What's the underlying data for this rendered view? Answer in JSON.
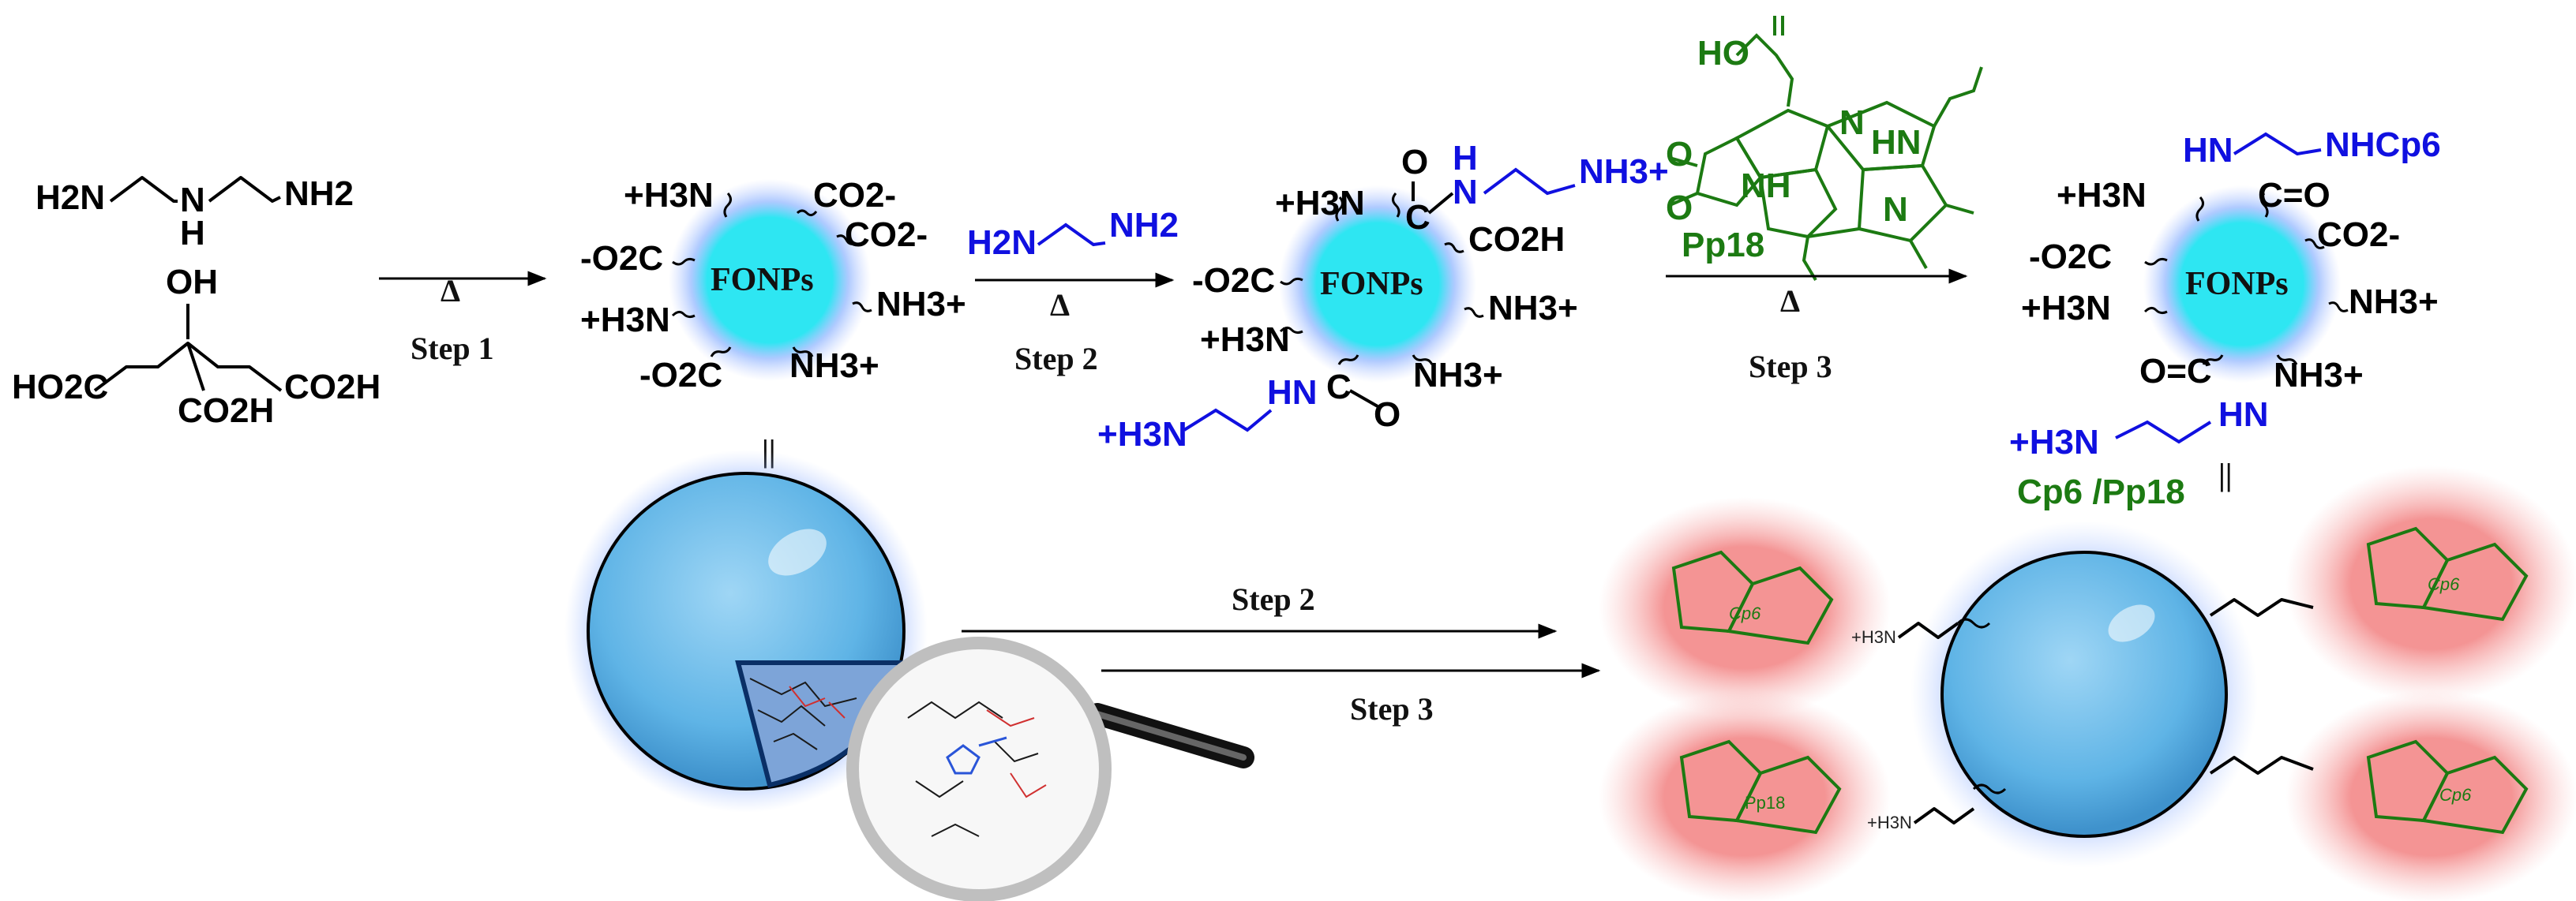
{
  "reactants": {
    "amine_main": "H",
    "amine_left": "H2N",
    "amine_right": "NH2",
    "hydroxyl": "OH",
    "acid_left": "HO2C",
    "acid_center": "CO2H",
    "acid_right": "CO2H"
  },
  "steps": {
    "step1": "Step 1",
    "step2": "Step 2",
    "step3": "Step 3",
    "delta": "Δ"
  },
  "core_label": "FONPs",
  "np1_groups": {
    "h3n_top": "+H3N",
    "co2_top": "CO2-",
    "co2_right": "CO2-",
    "o2c_left": "-O2C",
    "nh3_right": "NH3+",
    "h3n_left": "+H3N",
    "o2c_bottom": "-O2C",
    "nh3_bottom": "NH3+"
  },
  "ethylenediamine": {
    "left": "H2N",
    "right": "NH2"
  },
  "np2_groups": {
    "h3n_top": "+H3N",
    "nh_top": "H N",
    "nh3_top": "NH3+",
    "co2h_right": "CO2H",
    "o2c_left": "-O2C",
    "nh3_right": "NH3+",
    "h3n_left": "+H3N",
    "hn_bottom": "HN",
    "nh3_bottom": "NH3+",
    "h3n_chain": "+H3N"
  },
  "reagent": {
    "name": "Pp18",
    "acid": "HO",
    "nh1": "NH",
    "nh2": "HN",
    "n1": "N",
    "n2": "N"
  },
  "np3_groups": {
    "hn_top": "HN",
    "nhcp6": "NHCp6",
    "h3n_top": "+H3N",
    "co_top": "C=O",
    "co2_right": "CO2-",
    "o2c_left": "-O2C",
    "nh3_right": "NH3+",
    "h3n_left": "+H3N",
    "oc_bottom": "O=C",
    "hn_bottom": "HN",
    "nh3_bottom": "NH3+",
    "h3n_chain": "+H3N",
    "conj_label": "Cp6 /Pp18"
  },
  "equals": "||",
  "final_labels": {
    "cp6_a": "Cp6",
    "cp6_b": "Cp6",
    "cp6_c": "Cp6",
    "pp18": "Pp18",
    "h3n_a": "+H3N",
    "h3n_b": "+H3N"
  },
  "colors": {
    "core": "#2ee6f2",
    "blue_text": "#1010e0",
    "green_text": "#1c7a12",
    "sphere": "#5fb4e6",
    "red_glow": "#f07070"
  }
}
